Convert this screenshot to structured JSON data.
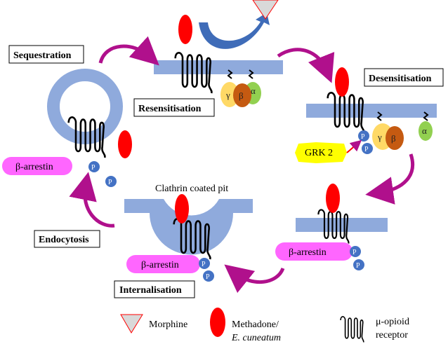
{
  "title": "Mu-opioid receptor desensitisation and resensitisation cycle",
  "stages": {
    "sequestration": "Sequestration",
    "resensitisation": "Resensitisation",
    "desensitisation": "Desensitisation",
    "endocytosis": "Endocytosis",
    "internalisation": "Internalisation"
  },
  "labels": {
    "clathrin_pit": "Clathrin coated pit",
    "grk2": "GRK 2",
    "beta_arrestin": "β-arrestin",
    "phosphate": "P",
    "gamma": "γ",
    "beta": "β",
    "alpha": "α"
  },
  "legend": {
    "morphine": "Morphine",
    "methadone_line1": "Methadone/",
    "methadone_line2": "E. cuneatum",
    "receptor_line1": "μ-opioid",
    "receptor_line2": "receptor"
  },
  "colors": {
    "membrane": "#8faadc",
    "ligand": "#ff0000",
    "arrow_cycle": "#b0108c",
    "arrow_blue": "#3f6cb8",
    "arrestin": "#ff66ff",
    "phosphate": "#4472c4",
    "gamma": "#ffd966",
    "beta": "#c55a11",
    "alpha": "#92d050",
    "grk": "#ffff00",
    "morphine_fill": "#d9d9d9",
    "morphine_stroke": "#ff0000"
  }
}
